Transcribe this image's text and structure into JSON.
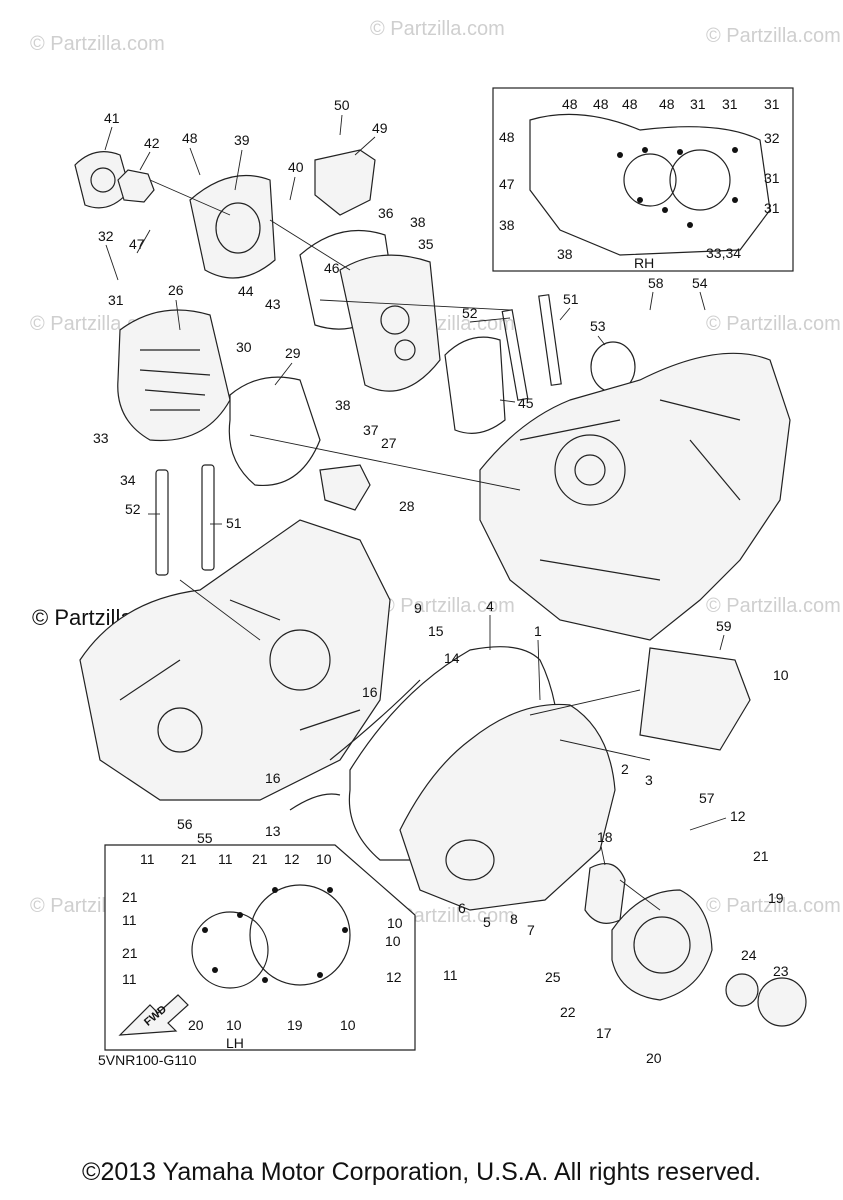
{
  "watermarks": {
    "brand": "Partzilla.com",
    "brand_with_symbol": "© Partzilla.com"
  },
  "insets": {
    "rh_label": "RH",
    "lh_label": "LH"
  },
  "fwd_label": "FWD",
  "diagram_code": "5VNR100-G110",
  "copyright": "©2013 Yamaha Motor Corporation, U.S.A. All rights reserved.",
  "callouts": {
    "n41": "41",
    "n42": "42",
    "n48a": "48",
    "n39": "39",
    "n50": "50",
    "n49": "49",
    "n40": "40",
    "n32": "32",
    "n47a": "47",
    "n36": "36",
    "n38a": "38",
    "n35": "35",
    "n46": "46",
    "n44": "44",
    "n43": "43",
    "n31a": "31",
    "n26": "26",
    "n30": "30",
    "n29": "29",
    "n38b": "38",
    "n37": "37",
    "n45": "45",
    "n52a": "52",
    "n51a": "51",
    "n53": "53",
    "n58": "58",
    "n54": "54",
    "n33": "33",
    "n34": "34",
    "n27": "27",
    "n28": "28",
    "n52b": "52",
    "n51b": "51",
    "n9": "9",
    "n15": "15",
    "n4": "4",
    "n1": "1",
    "n59": "59",
    "n10a": "10",
    "n16a": "16",
    "n14": "14",
    "n2": "2",
    "n3": "3",
    "n57": "57",
    "n12a": "12",
    "n16b": "16",
    "n56": "56",
    "n55": "55",
    "n13": "13",
    "n18": "18",
    "n21a": "21",
    "n19a": "19",
    "n6": "6",
    "n5": "5",
    "n8": "8",
    "n7": "7",
    "n11a": "11",
    "n25": "25",
    "n24": "24",
    "n23": "23",
    "n22": "22",
    "n17": "17",
    "n20a": "20",
    "rh48a": "48",
    "rh48b": "48",
    "rh48c": "48",
    "rh48d": "48",
    "rh31a": "31",
    "rh31b": "31",
    "rh31c": "31",
    "rh48e": "48",
    "rh32": "32",
    "rh47": "47",
    "rh31d": "31",
    "rh38a": "38",
    "rh31e": "31",
    "rh38b": "38",
    "rh3334": "33,34",
    "lh11a": "11",
    "lh21a": "21",
    "lh11b": "11",
    "lh21b": "21",
    "lh12a": "12",
    "lh10a": "10",
    "lh21c": "21",
    "lh11c": "11",
    "lh10b": "10",
    "lh10c": "10",
    "lh21d": "21",
    "lh11d": "11",
    "lh12b": "12",
    "lh20": "20",
    "lh10d": "10",
    "lh19": "19",
    "lh10e": "10"
  }
}
